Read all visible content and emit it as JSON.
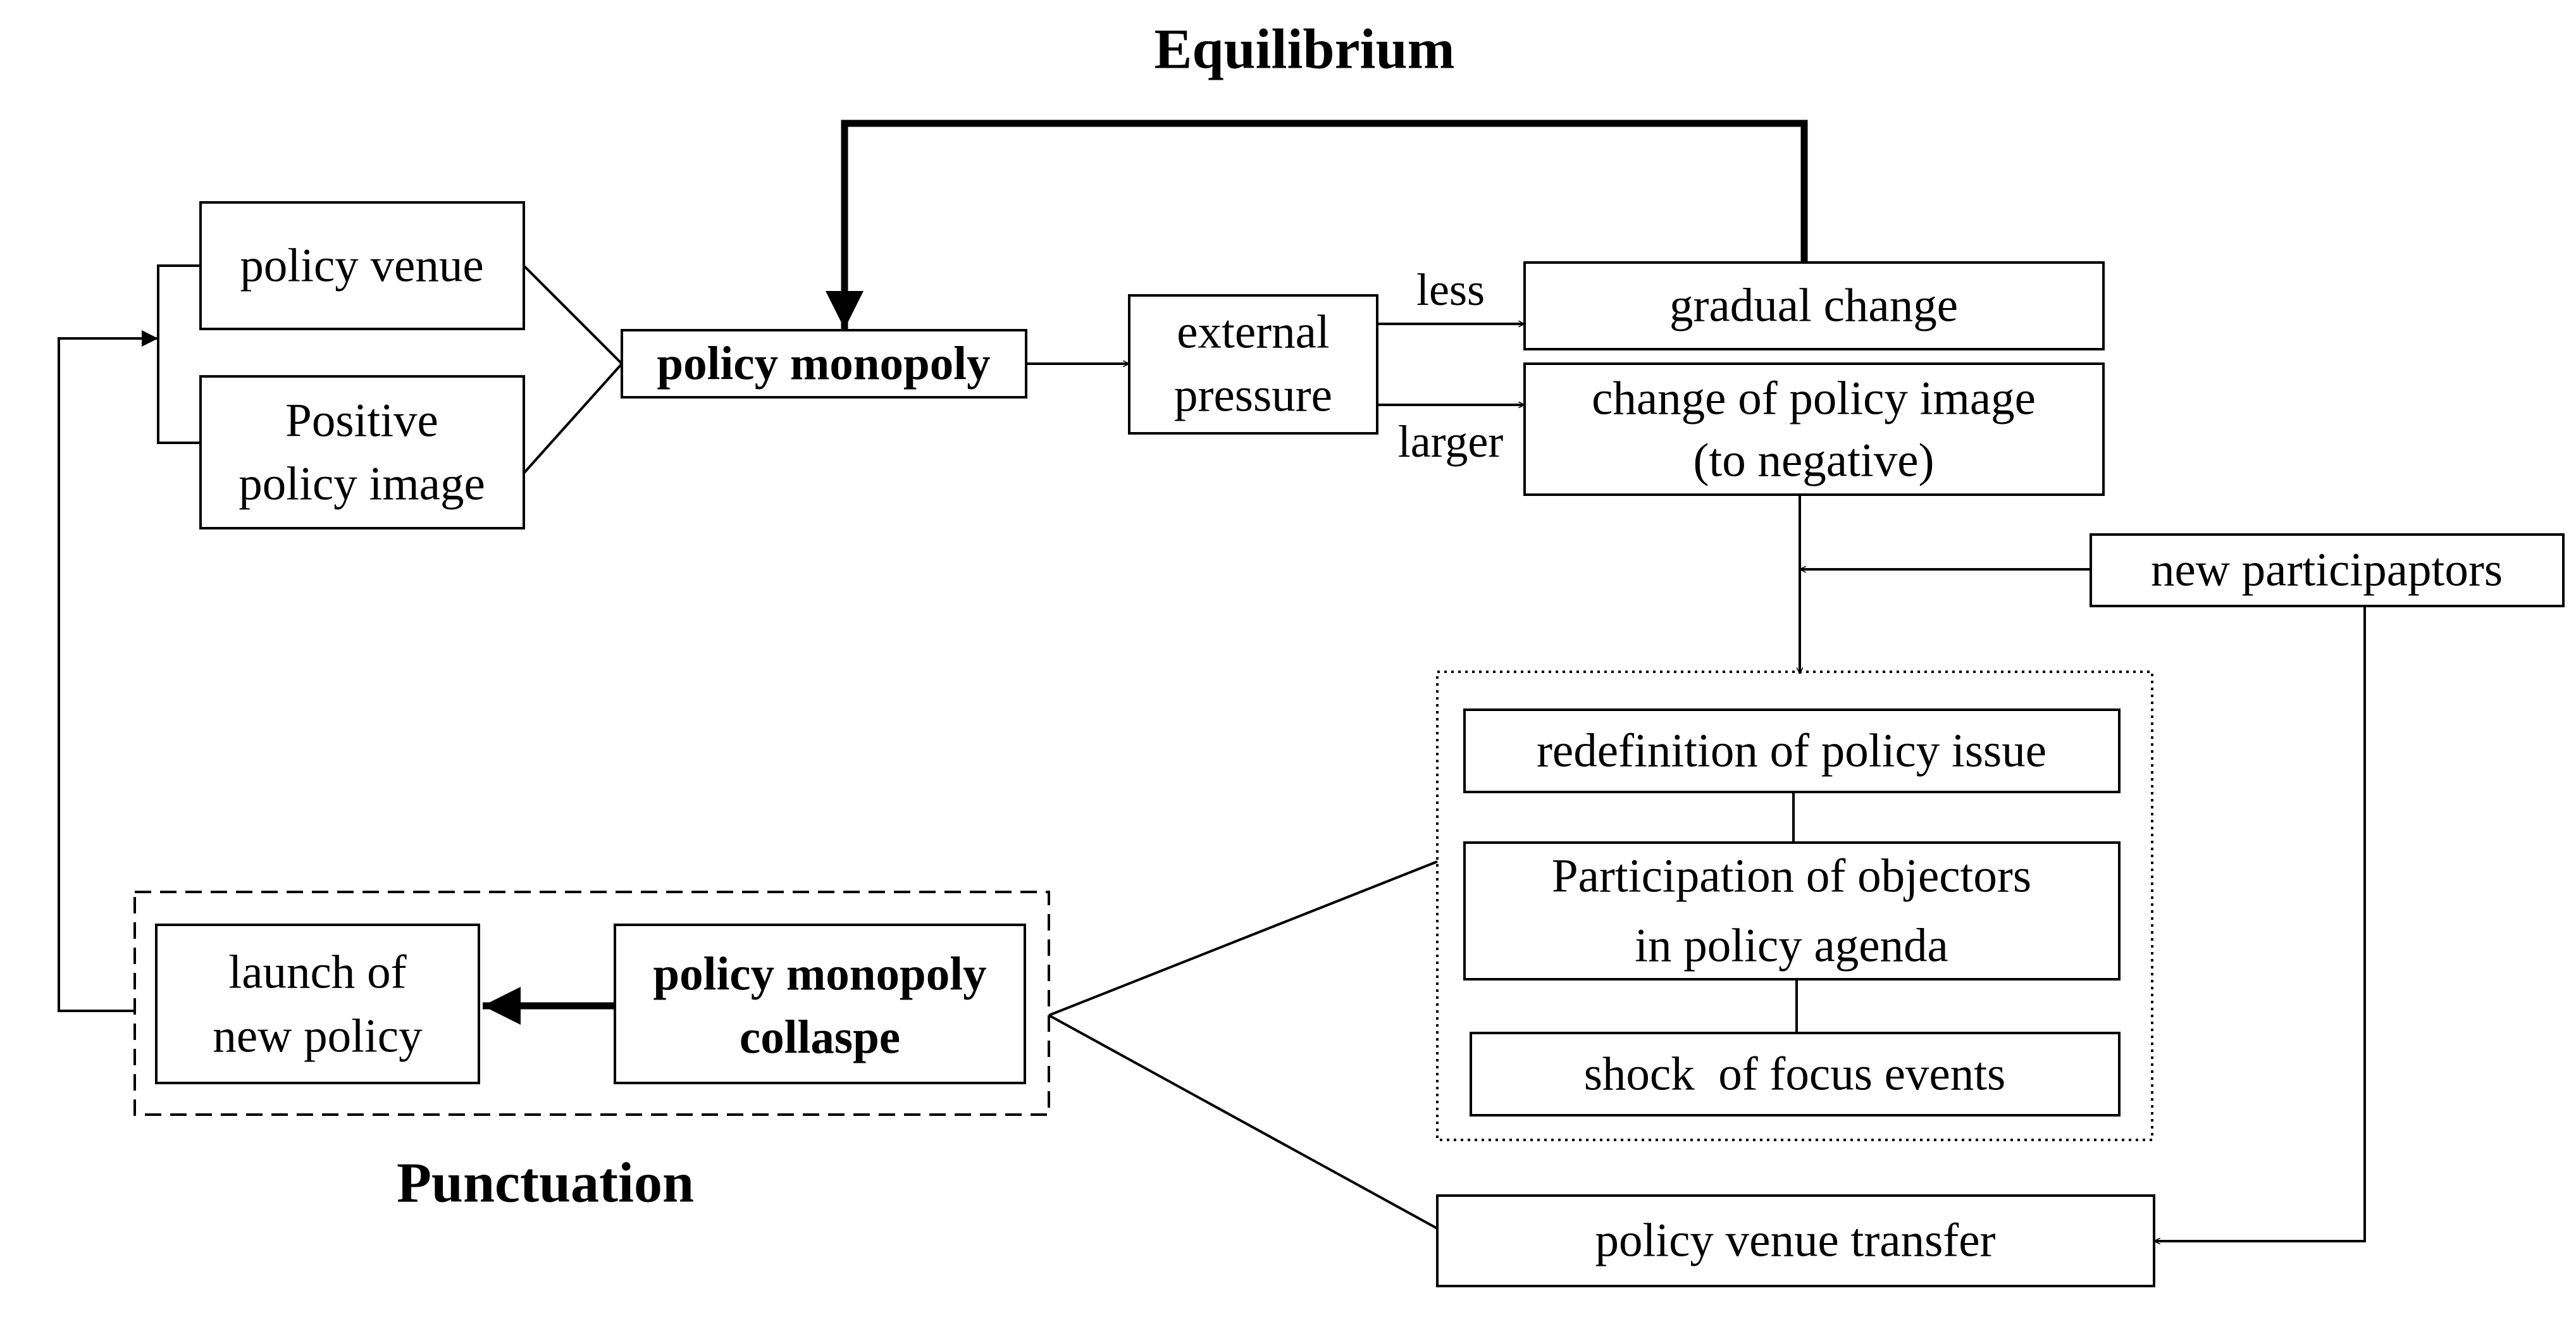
{
  "titles": {
    "equilibrium": "Equilibrium",
    "punctuation": "Punctuation"
  },
  "nodes": {
    "policy_venue": "policy venue",
    "positive_policy_image": [
      "Positive",
      "policy image"
    ],
    "policy_monopoly": "policy monopoly",
    "external_pressure": [
      "external",
      "pressure"
    ],
    "gradual_change": "gradual change",
    "change_policy_image": [
      "change of policy image",
      "(to negative)"
    ],
    "new_participators": "new participaptors",
    "redefinition": "redefinition of policy issue",
    "participation_objectors": [
      "Participation of objectors",
      "in policy agenda"
    ],
    "shock_focus_events": "shock  of focus events",
    "policy_venue_transfer": "policy venue transfer",
    "monopoly_collapse": [
      "policy monopoly",
      "collaspe"
    ],
    "launch_new_policy": [
      "launch of",
      "new policy"
    ]
  },
  "edge_labels": {
    "less": "less",
    "larger": "larger"
  }
}
